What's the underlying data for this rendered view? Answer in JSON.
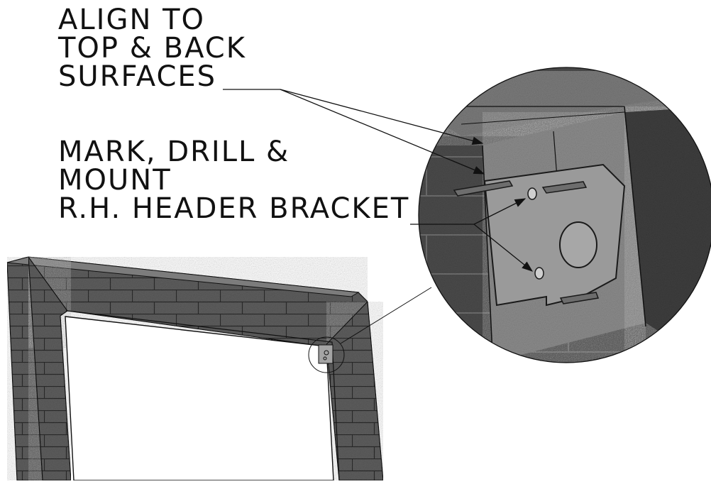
{
  "callouts": [
    {
      "lines": [
        "ALIGN TO",
        "TOP & BACK",
        "SURFACES"
      ]
    },
    {
      "lines": [
        "MARK, DRILL &",
        "MOUNT",
        "R.H. HEADER BRACKET"
      ]
    }
  ],
  "colors": {
    "ink": "#111111",
    "masonry_dark": "#3a3a3a",
    "masonry_mid": "#5b5b5b",
    "masonry_light": "#8a8a8a",
    "bracket": "#9a9a9a",
    "bracket_edge": "#1a1a1a",
    "background": "#ffffff"
  },
  "icons": {
    "detail_view": "magnified-detail-circle-icon",
    "leader_arrow": "arrowhead-icon"
  }
}
